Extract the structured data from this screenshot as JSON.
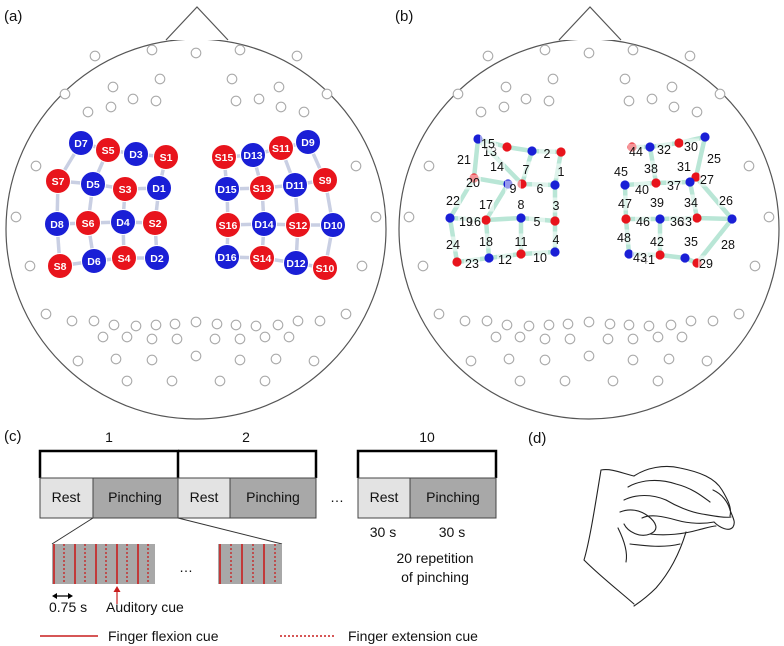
{
  "panels": {
    "a": "(a)",
    "b": "(b)",
    "c": "(c)",
    "d": "(d)"
  },
  "panel_a": {
    "sources": [
      "S1",
      "S2",
      "S3",
      "S4",
      "S5",
      "S6",
      "S7",
      "S8",
      "S9",
      "S10",
      "S11",
      "S12",
      "S13",
      "S14",
      "S15",
      "S16"
    ],
    "detectors": [
      "D1",
      "D2",
      "D3",
      "D4",
      "D5",
      "D6",
      "D7",
      "D8",
      "D9",
      "D10",
      "D11",
      "D12",
      "D13",
      "D14",
      "D15",
      "D16"
    ],
    "source_color": "#e8141c",
    "detector_color": "#1a1fd6"
  },
  "panel_b": {
    "channels": [
      "1",
      "2",
      "3",
      "4",
      "5",
      "6",
      "7",
      "8",
      "9",
      "10",
      "11",
      "12",
      "13",
      "14",
      "15",
      "16",
      "17",
      "18",
      "19",
      "20",
      "21",
      "22",
      "23",
      "24",
      "25",
      "26",
      "27",
      "28",
      "29",
      "30",
      "31",
      "32",
      "33",
      "34",
      "35",
      "36",
      "37",
      "38",
      "39",
      "40",
      "41",
      "42",
      "43",
      "44",
      "45",
      "46",
      "47",
      "48"
    ],
    "link_color": "#b9e6d6"
  },
  "panel_c": {
    "block_numbers": [
      "1",
      "2",
      "10"
    ],
    "rest_label": "Rest",
    "pinching_label": "Pinching",
    "ellipsis": "…",
    "rest_duration": "30 s",
    "pinch_duration": "30 s",
    "repetition_line1": "20 repetition",
    "repetition_line2": "of pinching",
    "interval": "0.75 s",
    "auditory_cue": "Auditory cue",
    "legend_flexion": "Finger flexion cue",
    "legend_extension": "Finger extension cue",
    "rest_color": "#e3e3e3",
    "pinch_color": "#a8a8a8",
    "cue_color": "#c81e1e"
  }
}
